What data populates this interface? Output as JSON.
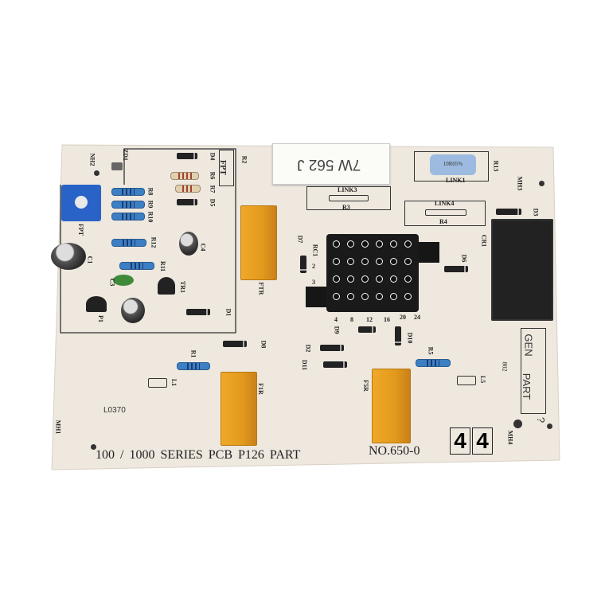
{
  "board": {
    "color": "#eee8df",
    "bottom_text": "100 / 1000 SERIES PCB P126 PART",
    "part_no": "NO.650-0",
    "code": "L0370",
    "revision_marks": [
      "4",
      "4"
    ],
    "logo": {
      "line1": "GEN",
      "line2": "PART",
      "suffix": "?"
    }
  },
  "components": {
    "power_resistor": "7W 562 J",
    "link1_resistor": "10R05%",
    "labels": {
      "nh2": "NH2",
      "mh3": "MH3",
      "mh1": "MH1",
      "mh4": "MH4",
      "fpt_box": "FPT",
      "fpt": "FPT",
      "zd1": "ZD1",
      "d4": "D4",
      "r6": "R6",
      "r7": "R7",
      "d5": "D5",
      "r8": "R8",
      "r9": "R9",
      "r10": "R10",
      "r12": "R12",
      "r11": "R11",
      "c1": "C1",
      "c3": "C3",
      "c4": "C4",
      "tr1": "TR1",
      "p1": "P1",
      "d1": "D1",
      "r2": "R2",
      "r13": "R13",
      "link1": "LINK1",
      "link3": "LINK3",
      "r3": "R3",
      "link4": "LINK4",
      "r4": "R4",
      "d3": "D3",
      "cr1": "CR1",
      "ftr": "FTR",
      "d7": "D7",
      "rc1": "RC1",
      "d6": "D6",
      "d8": "D8",
      "r1": "R1",
      "l1": "L1",
      "f1r": "F1R",
      "d2": "D2",
      "d11": "D11",
      "d9": "D9",
      "d10": "D10",
      "r5": "R5",
      "f5r": "F5R",
      "l5": "L5",
      "n802": "802",
      "pin_labels": [
        "2",
        "3",
        "4",
        "8",
        "12",
        "16",
        "20",
        "24"
      ]
    }
  }
}
